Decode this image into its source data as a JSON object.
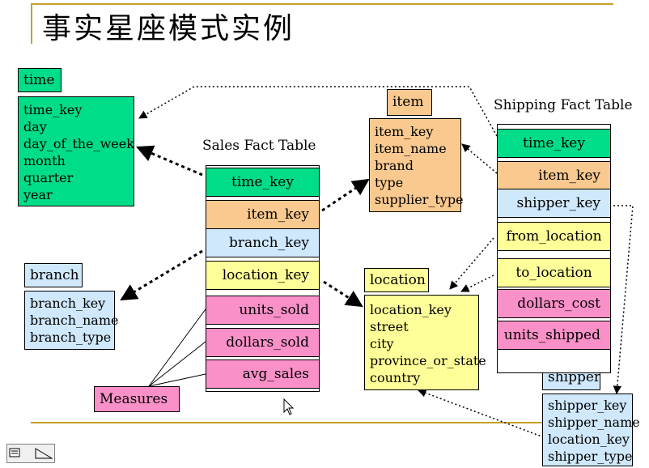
{
  "title": "事实星座模式实例",
  "time": {
    "header": "time",
    "fields": [
      "time_key",
      "day",
      "day_of_the_week",
      "month",
      "quarter",
      "year"
    ]
  },
  "item": {
    "header": "item",
    "fields": [
      "item_key",
      "item_name",
      "brand",
      "type",
      "supplier_type"
    ]
  },
  "branch": {
    "header": "branch",
    "fields": [
      "branch_key",
      "branch_name",
      "branch_type"
    ]
  },
  "location": {
    "header": "location",
    "fields": [
      "location_key",
      "street",
      "city",
      "province_or_state",
      "country"
    ]
  },
  "shipper": {
    "header": "shipper",
    "fields": [
      "shipper_key",
      "shipper_name",
      "location_key",
      "shipper_type"
    ]
  },
  "sales_fact": {
    "label": "Sales Fact Table",
    "cells": [
      "time_key",
      "item_key",
      "branch_key",
      "location_key",
      "units_sold",
      "dollars_sold",
      "avg_sales"
    ]
  },
  "shipping_fact": {
    "label": "Shipping Fact Table",
    "cells": [
      "time_key",
      "item_key",
      "shipper_key",
      "from_location",
      "to_location",
      "dollars_cost",
      "units_shipped"
    ]
  },
  "measures_label": "Measures",
  "colors": {
    "green": "#00dd88",
    "orange": "#f9c98f",
    "blue": "#cfe8fb",
    "yellow": "#ffff99",
    "pink": "#f990c8",
    "rule": "#c8a028"
  }
}
